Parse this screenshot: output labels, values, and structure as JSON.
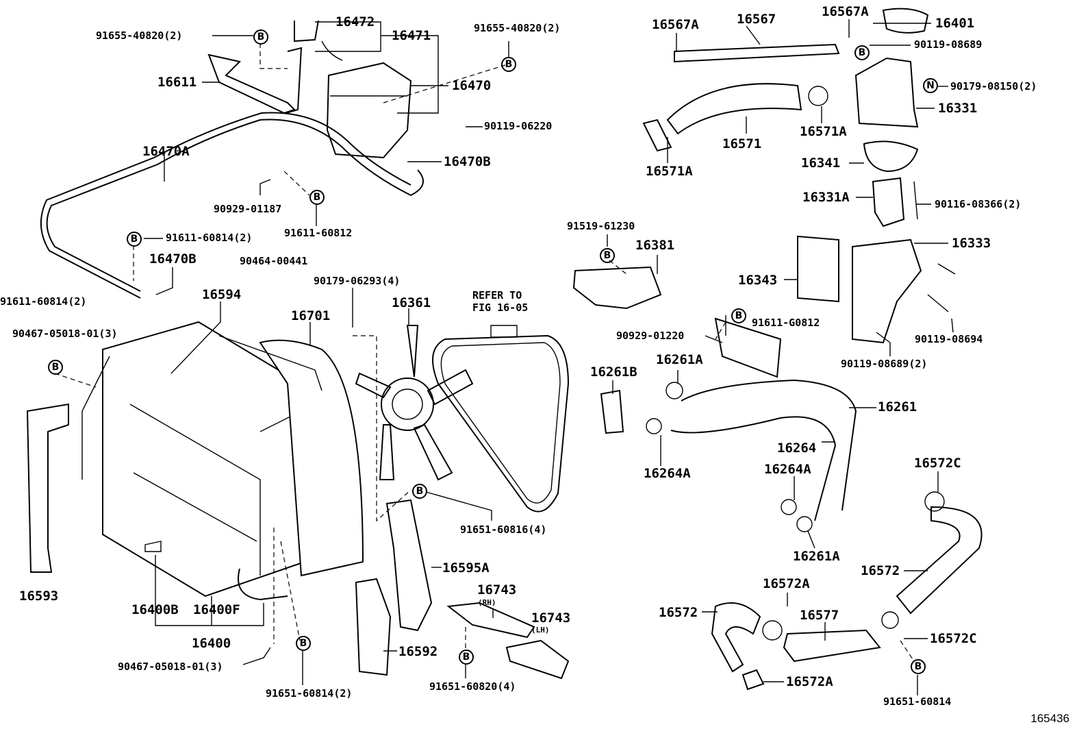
{
  "diagram": {
    "figure_number": "165436",
    "labels": {
      "l_91655_a": "91655-40820(2)",
      "l_16472": "16472",
      "l_16471": "16471",
      "l_91655_b": "91655-40820(2)",
      "l_16611": "16611",
      "l_16470": "16470",
      "l_90119_06220": "90119-06220",
      "l_16470A": "16470A",
      "l_16470B_a": "16470B",
      "l_90929_01187": "90929-01187",
      "l_91611_60812": "91611-60812",
      "l_91611_60814_a": "91611-60814(2)",
      "l_16470B_b": "16470B",
      "l_90464": "90464-00441",
      "l_91611_60814_b": "91611-60814(2)",
      "l_16594": "16594",
      "l_90179_06293": "90179-06293(4)",
      "l_refer": "REFER TO",
      "l_fig": "FIG 16-05",
      "l_16701": "16701",
      "l_16361": "16361",
      "l_90467_a": "90467-05018-01(3)",
      "l_16593": "16593",
      "l_16400B": "16400B",
      "l_16400F": "16400F",
      "l_16400": "16400",
      "l_90467_b": "90467-05018-01(3)",
      "l_91651_60814_2": "91651-60814(2)",
      "l_91651_60816": "91651-60816(4)",
      "l_16595A": "16595A",
      "l_16592": "16592",
      "l_16743_rh": "16743",
      "l_rh": "(RH)",
      "l_16743_lh": "16743",
      "l_lh": "(LH)",
      "l_91651_60820": "91651-60820(4)",
      "l_16567A_a": "16567A",
      "l_16567": "16567",
      "l_16567A_b": "16567A",
      "l_16401": "16401",
      "l_90119_08689": "90119-08689",
      "l_90179_08150": "90179-08150(2)",
      "l_16331": "16331",
      "l_16571": "16571",
      "l_16571A_a": "16571A",
      "l_16571A_b": "16571A",
      "l_16341": "16341",
      "l_16331A": "16331A",
      "l_90116": "90116-08366(2)",
      "l_91519": "91519-61230",
      "l_16381": "16381",
      "l_16333": "16333",
      "l_16343": "16343",
      "l_91611_G0812": "91611-G0812",
      "l_90929_01220": "90929-01220",
      "l_90119_08694": "90119-08694",
      "l_90119_08689_2": "90119-08689(2)",
      "l_16261A_a": "16261A",
      "l_16261B": "16261B",
      "l_16261": "16261",
      "l_16264": "16264",
      "l_16264A_a": "16264A",
      "l_16264A_b": "16264A",
      "l_16261A_b": "16261A",
      "l_16572C_a": "16572C",
      "l_16572_a": "16572",
      "l_16572A_a": "16572A",
      "l_16572_b": "16572",
      "l_16577": "16577",
      "l_16572C_b": "16572C",
      "l_16572A_b": "16572A",
      "l_91651_60814": "91651-60814"
    },
    "markers": {
      "b": "B",
      "n": "N"
    }
  }
}
